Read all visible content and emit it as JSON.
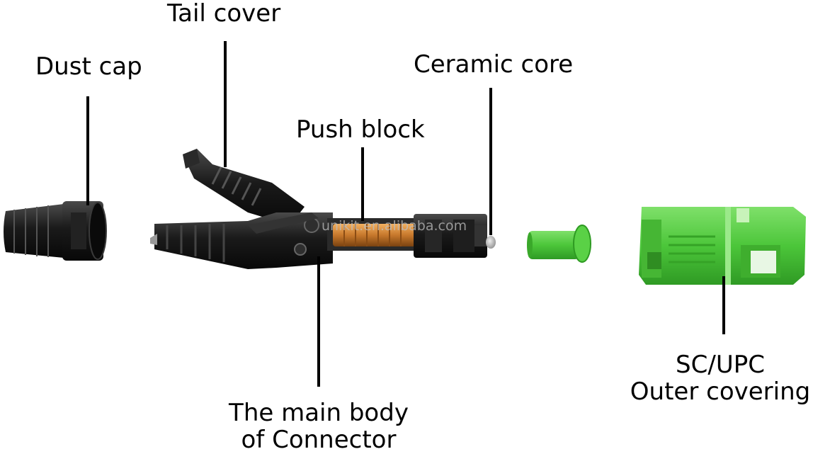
{
  "labels": {
    "tail_cover": "Tail cover",
    "dust_cap": "Dust cap",
    "ceramic_core": "Ceramic core",
    "push_block": "Push block",
    "main_body_line1": "The main body",
    "main_body_line2": "of Connector",
    "sc_upc_line1": "SC/UPC",
    "sc_upc_line2": "Outer covering"
  },
  "watermark": "unikit.en.alibaba.com",
  "colors": {
    "part_black": "#1b1b1b",
    "part_green": "#4cc63a",
    "push_block_amber": "#d88a3a",
    "leader_line": "#000000"
  }
}
